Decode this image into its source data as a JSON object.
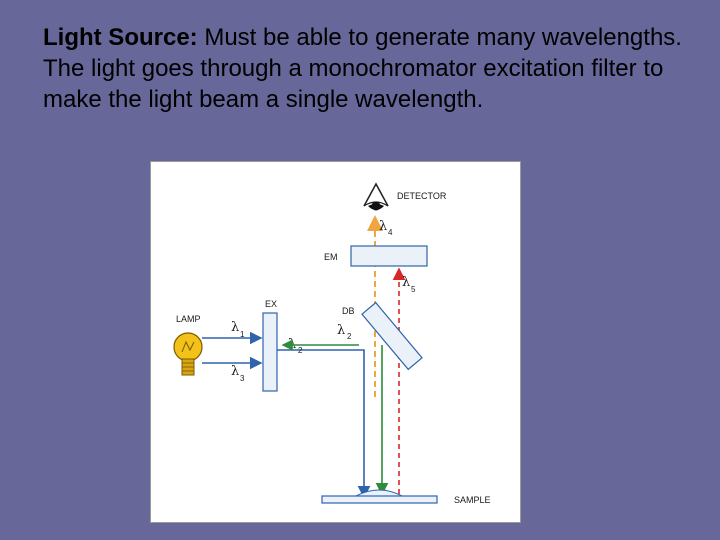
{
  "slide": {
    "heading_bold": "Light Source:",
    "body_text": " Must be able to generate many wavelengths. The light goes through a monochromator excitation filter to make the light beam a single wavelength."
  },
  "diagram": {
    "labels": {
      "detector": "DETECTOR",
      "em": "EM",
      "lamp": "LAMP",
      "ex": "EX",
      "db": "DB",
      "sample": "SAMPLE"
    },
    "wavelengths": {
      "symbol": "λ",
      "l1": "1",
      "l2_out": "2",
      "l2_return": "2",
      "l3": "3",
      "l4": "4",
      "l5": "5"
    },
    "colors": {
      "blue_beam": "#2e63ad",
      "green_beam": "#2f8c3a",
      "red_beam": "#d62828",
      "orange_beam": "#f0a640",
      "filter_border": "#2e63ad",
      "filter_fill": "#eaf1f9",
      "lamp_bulb": "#f2c21a"
    }
  }
}
